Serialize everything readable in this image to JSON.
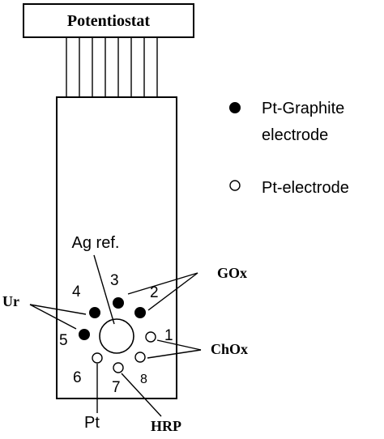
{
  "potentiostat": {
    "label": "Potentiostat"
  },
  "legend": [
    {
      "symbol": "filled-dot",
      "lines": [
        "Pt-Graphite",
        "electrode"
      ]
    },
    {
      "symbol": "open-dot",
      "lines": [
        "Pt-electrode"
      ]
    }
  ],
  "reference": {
    "label": "Ag ref."
  },
  "electrode_numbers": [
    "1",
    "2",
    "3",
    "4",
    "5",
    "6",
    "7",
    "8"
  ],
  "enzyme_labels": {
    "ur": "Ur",
    "gox": "GOx",
    "chox": "ChOx",
    "pt": "Pt",
    "hrp": "HRP"
  },
  "connector_pins": 8
}
